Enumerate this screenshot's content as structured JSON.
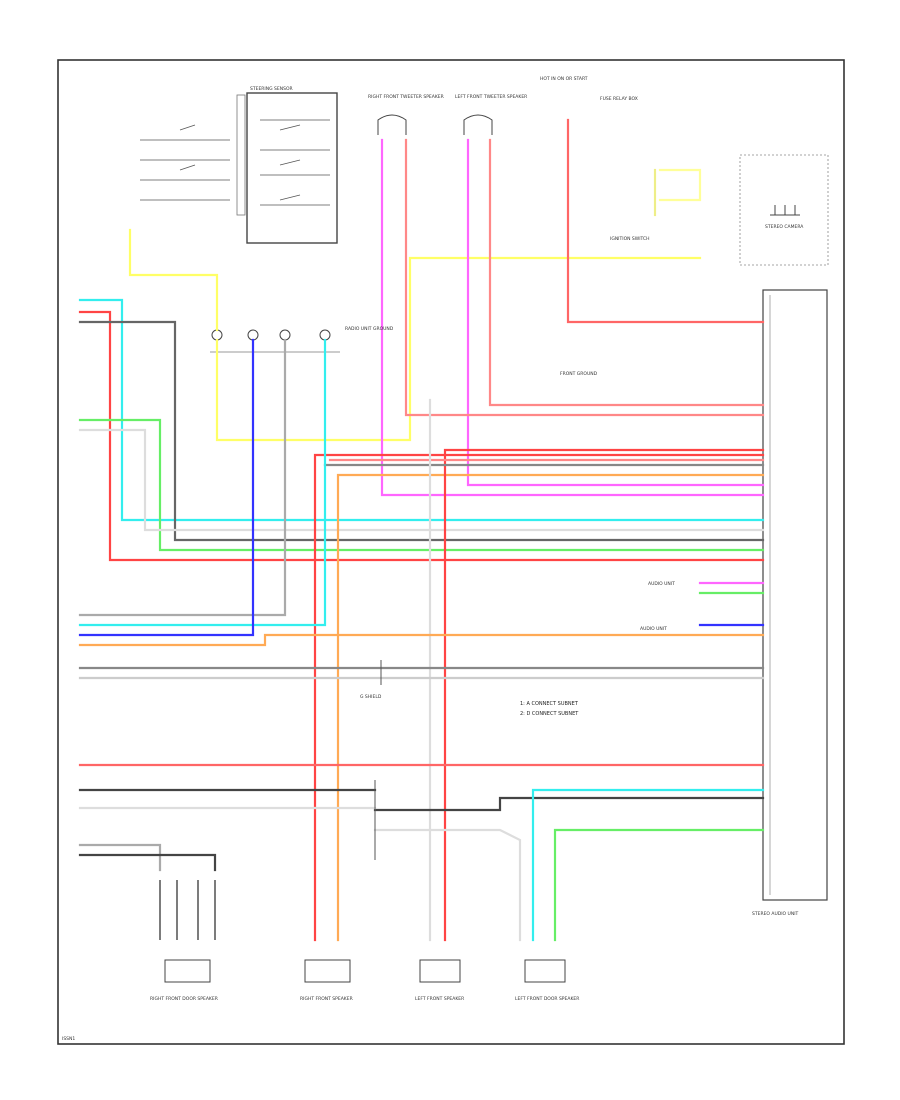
{
  "labels": {
    "steering_sensor": "STEERING SENSOR",
    "right_front_tweeter": "RIGHT FRONT TWEETER SPEAKER",
    "left_front_tweeter": "LEFT FRONT TWEETER SPEAKER",
    "hot_in_run": "HOT IN ON OR START",
    "fuse_ref": "FUSE RELAY BOX",
    "ignition_switch": "IGNITION SWITCH",
    "stereo_cam": "STEREO CAMERA",
    "front_ground": "FRONT GROUND",
    "radio_unit_ground": "RADIO UNIT GROUND",
    "g_shield": "G SHIELD",
    "audio_unit": "AUDIO UNIT",
    "audio_unit_2": "AUDIO UNIT",
    "right_front_door_speaker": "RIGHT FRONT DOOR SPEAKER",
    "right_front_speaker": "RIGHT FRONT SPEAKER",
    "left_front_speaker": "LEFT FRONT SPEAKER",
    "left_front_door_speaker": "LEFT FRONT DOOR SPEAKER",
    "stereo_audio_unit": "STEREO AUDIO UNIT",
    "notes_1": "1: A CONNECT SUBNET",
    "notes_2": "2: D CONNECT SUBNET",
    "diagram_id": "ISSN1"
  },
  "wire_colors": {
    "yellow": "#ffff66",
    "pink": "#ff66ff",
    "red": "#ff4444",
    "cyan": "#33eeee",
    "green": "#66ee66",
    "blue": "#3333ff",
    "orange": "#ffaa55",
    "gray": "#777777",
    "black": "#444444",
    "lightgray": "#cccccc"
  }
}
